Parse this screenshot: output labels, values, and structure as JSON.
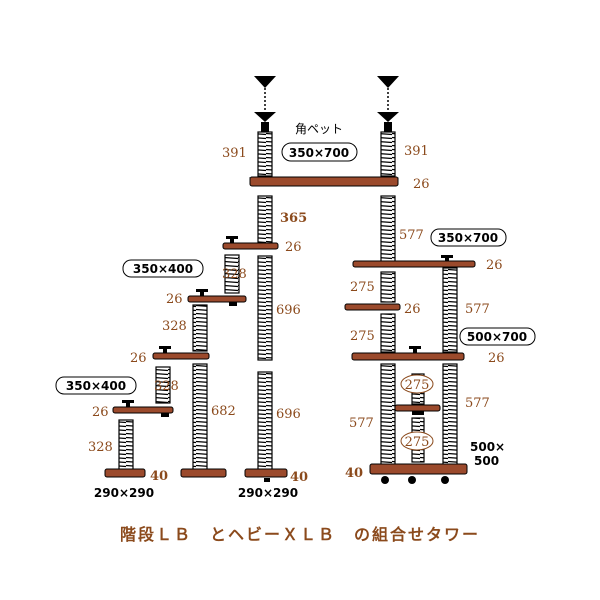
{
  "caption": "階段ＬＢ　とヘビーＸＬＢ　の組合せタワー",
  "colors": {
    "wood": "#9b4a2c",
    "dim_text": "#8b4a1c",
    "line": "#000000"
  },
  "top_board": {
    "name": "角ペット",
    "size": "350×700"
  },
  "labels": {
    "left_step_upper_size": "350×400",
    "left_step_lower_size": "350×400",
    "right_upper_size": "350×700",
    "right_middle_size": "500×700",
    "right_base_size": "500×\n500",
    "center_base_size": "290×290",
    "left_base_size": "290×290"
  },
  "dimensions": {
    "center_top_pole": "391",
    "right_top_pole": "391",
    "top_board_thickness": "26",
    "center_step_height": "365",
    "center_step_board": "26",
    "center_pole_upper": "696",
    "center_pole_lower": "696",
    "center_base": "40",
    "left_step1_pole": "328",
    "left_step1_board": "26",
    "left_step2_pole": "328",
    "left_step2_board": "26",
    "left_step3_pole": "328",
    "left_step3_board": "26",
    "left_step4_pole": "328",
    "left_inner_pole": "682",
    "left_base": "40",
    "right_upper_pole": "577",
    "right_upper_board": "26",
    "right_small_pole_1": "275",
    "right_small_board": "26",
    "right_small_pole_2": "275",
    "right_outer_pole_upper": "577",
    "right_middle_board": "26",
    "right_lower_pole": "577",
    "right_outer_pole_lower": "577",
    "right_circled_1": "275",
    "right_circled_2": "275",
    "right_base": "40"
  }
}
